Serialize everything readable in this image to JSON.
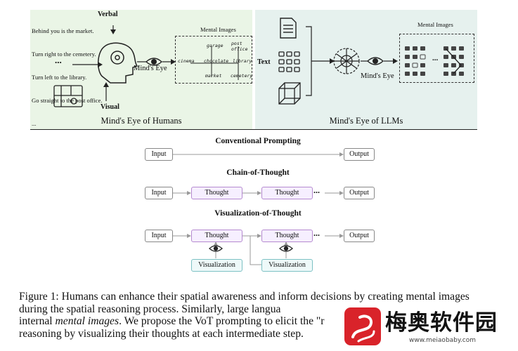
{
  "humans_panel": {
    "verbal_lines": [
      "Behind you is the market.",
      "Turn right to the cemetery.",
      "Turn left to the library.",
      "Go straight to the post office.",
      "..."
    ],
    "verbal_label": "Verbal",
    "visual_label": "Visual",
    "ellipsis": "...",
    "minds_eye_label": "Mind's Eye",
    "mental_images_title": "Mental Images",
    "map_words": [
      "garage",
      "post office",
      "cinema",
      "chocolate",
      "library",
      "market",
      "cemetery"
    ],
    "caption": "Mind's Eye of Humans"
  },
  "llm_panel": {
    "text_label": "Text",
    "minds_eye_label": "Mind's Eye",
    "mental_images_title": "Mental Images",
    "ellipsis": "...",
    "caption": "Mind's Eye of LLMs"
  },
  "prompting": {
    "conventional": {
      "title": "Conventional Prompting",
      "input": "Input",
      "output": "Output"
    },
    "cot": {
      "title": "Chain-of-Thought",
      "input": "Input",
      "thought1": "Thought",
      "thought2": "Thought",
      "ellipsis": "...",
      "output": "Output"
    },
    "vot": {
      "title": "Visualization-of-Thought",
      "input": "Input",
      "thought1": "Thought",
      "thought2": "Thought",
      "ellipsis": "...",
      "output": "Output",
      "viz1": "Visualization",
      "viz2": "Visualization"
    }
  },
  "figure_caption": {
    "part1": "Figure 1:  Humans can enhance their spatial awareness and inform decisions by creating mental images during the spatial reasoning process. Similarly, large langua",
    "part2": "internal ",
    "italic": "mental images",
    "part3": ". We propose the VoT prompting to elicit the \"r",
    "part4": "reasoning by visualizing their thoughts at each intermediate step."
  },
  "watermark": {
    "brand": "梅奥软件园",
    "url": "www.meiaobaby.com"
  },
  "colors": {
    "humans_bg": "#eaf5e6",
    "llm_bg": "#e6f1ee",
    "thought_border": "#b58ad0",
    "viz_border": "#7cc1c4",
    "watermark_red": "#d9232a"
  }
}
